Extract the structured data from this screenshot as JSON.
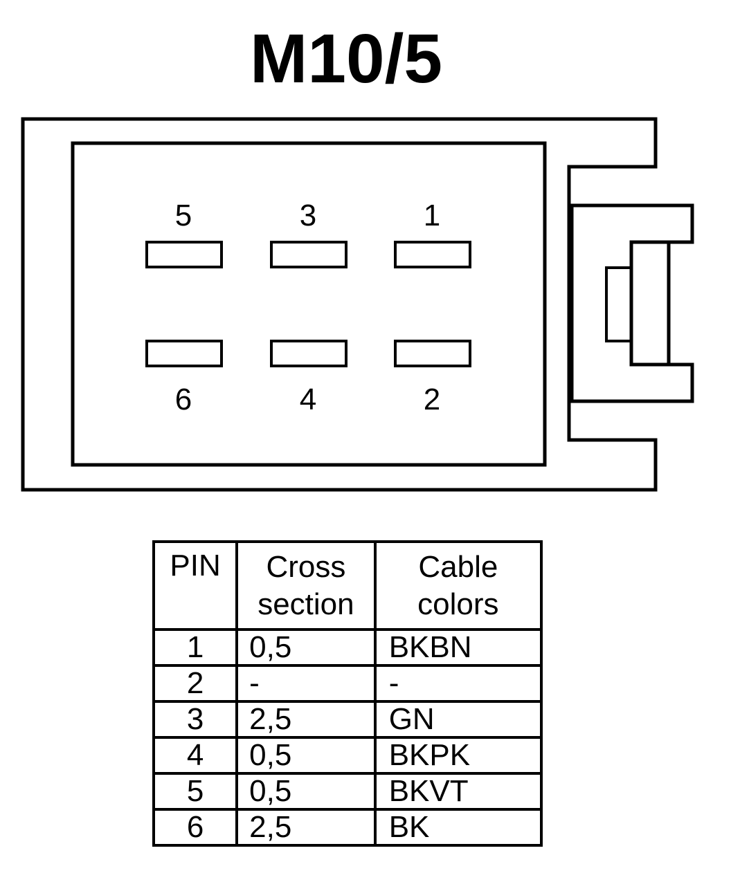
{
  "title": "M10/5",
  "connector": {
    "pin_labels": {
      "top": [
        "5",
        "3",
        "1"
      ],
      "bottom": [
        "6",
        "4",
        "2"
      ]
    }
  },
  "table": {
    "headers": {
      "pin": "PIN",
      "cross_section": [
        "Cross",
        "section"
      ],
      "cable_colors": [
        "Cable",
        "colors"
      ]
    },
    "rows": [
      {
        "pin": "1",
        "cross_section": "0,5",
        "color": "BKBN"
      },
      {
        "pin": "2",
        "cross_section": "-",
        "color": "-"
      },
      {
        "pin": "3",
        "cross_section": "2,5",
        "color": "GN"
      },
      {
        "pin": "4",
        "cross_section": "0,5",
        "color": "BKPK"
      },
      {
        "pin": "5",
        "cross_section": "0,5",
        "color": "BKVT"
      },
      {
        "pin": "6",
        "cross_section": "2,5",
        "color": "BK"
      }
    ]
  }
}
